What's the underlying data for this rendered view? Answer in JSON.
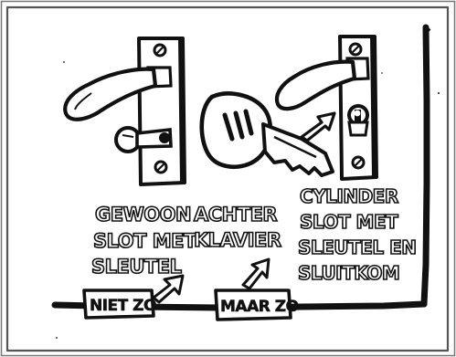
{
  "cartoon": {
    "left_caption": {
      "line1": "GEWOON",
      "line2": "SLOT MET",
      "line3": "SLEUTEL"
    },
    "middle_caption": {
      "line1": "ACHTER",
      "line2": "KLAVIER"
    },
    "right_caption": {
      "line1": "CYLINDER",
      "line2": "SLOT MET",
      "line3": "SLEUTEL EN",
      "line4": "SLUITKOM"
    },
    "label_left": "NIET ZO",
    "label_right": "MAAR ZO",
    "icons": {
      "left_lock": "door-handle-with-key-icon",
      "key": "key-icon",
      "right_lock": "cylinder-lock-handle-icon"
    },
    "colors": {
      "ink": "#111111",
      "paper": "#ffffff"
    }
  }
}
